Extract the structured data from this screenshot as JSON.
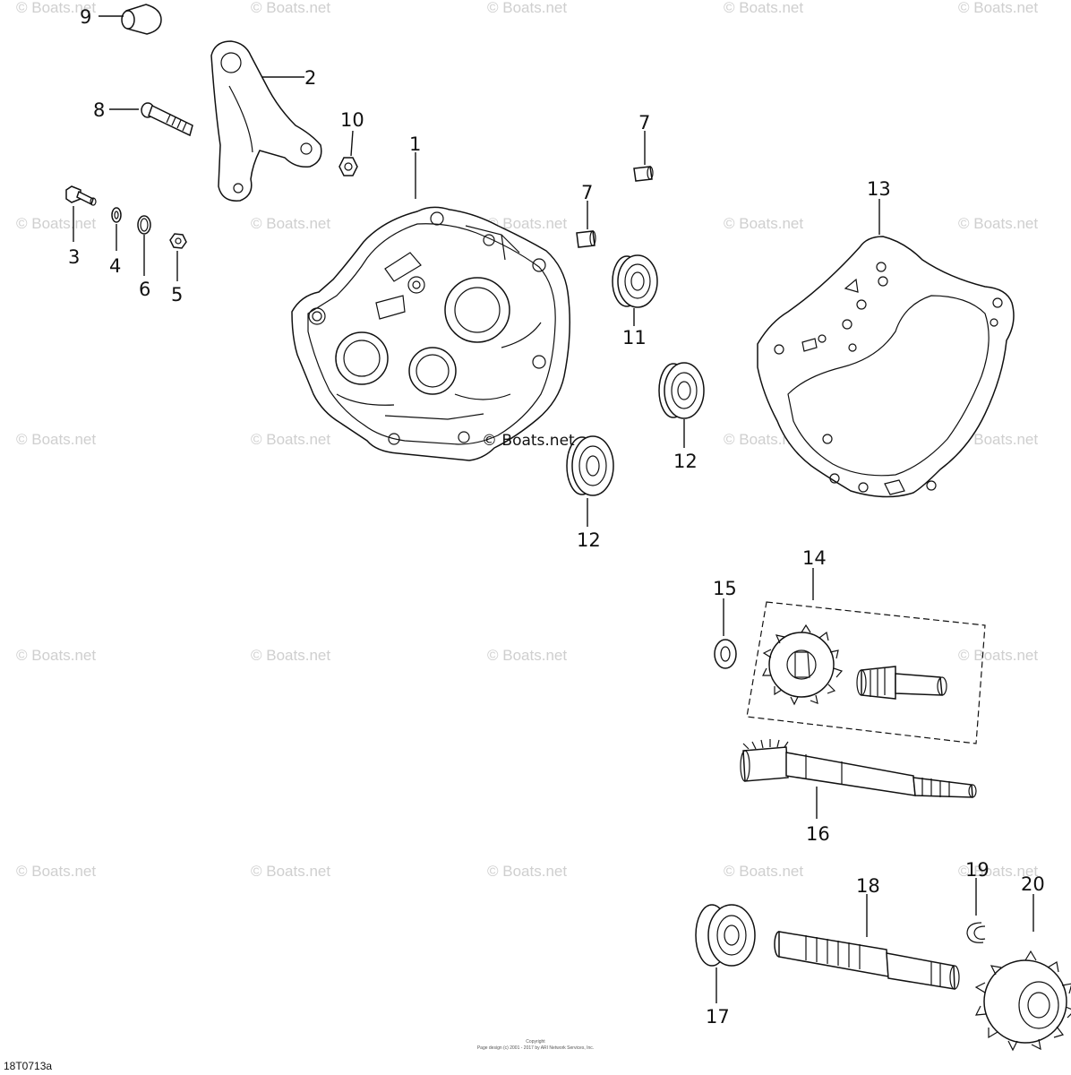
{
  "diagram": {
    "parts": [
      {
        "id": "p1",
        "number": "1"
      },
      {
        "id": "p2",
        "number": "2"
      },
      {
        "id": "p3",
        "number": "3"
      },
      {
        "id": "p4",
        "number": "4"
      },
      {
        "id": "p5",
        "number": "5"
      },
      {
        "id": "p6",
        "number": "6"
      },
      {
        "id": "p7a",
        "number": "7"
      },
      {
        "id": "p7b",
        "number": "7"
      },
      {
        "id": "p8",
        "number": "8"
      },
      {
        "id": "p9",
        "number": "9"
      },
      {
        "id": "p10",
        "number": "10"
      },
      {
        "id": "p11",
        "number": "11"
      },
      {
        "id": "p12a",
        "number": "12"
      },
      {
        "id": "p12b",
        "number": "12"
      },
      {
        "id": "p13",
        "number": "13"
      },
      {
        "id": "p14",
        "number": "14"
      },
      {
        "id": "p15",
        "number": "15"
      },
      {
        "id": "p16",
        "number": "16"
      },
      {
        "id": "p17",
        "number": "17"
      },
      {
        "id": "p18",
        "number": "18"
      },
      {
        "id": "p19",
        "number": "19"
      },
      {
        "id": "p20",
        "number": "20"
      }
    ],
    "watermark": "© Boats.net",
    "diagram_code": "18T0713a",
    "copyright_line1": "Copyright",
    "copyright_line2": "Page design (c) 2001 - 2017 by ARI Network Services, Inc."
  }
}
